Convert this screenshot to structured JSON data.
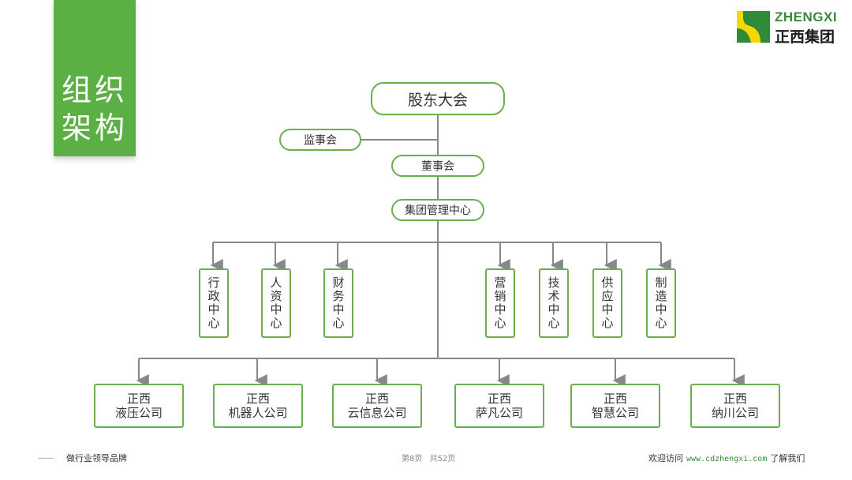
{
  "title": {
    "line1": "组织",
    "line2": "架构"
  },
  "logo": {
    "en": "ZHENGXI",
    "cn": "正西集团",
    "colors": {
      "yellow": "#f5d800",
      "green": "#2f8a3a"
    }
  },
  "colors": {
    "accent": "#5bb044",
    "node_border": "#6aae4d",
    "connector": "#888888"
  },
  "org": {
    "top": "股东大会",
    "supervisory": "监事会",
    "board": "董事会",
    "management": "集团管理中心",
    "centers": [
      "行政中心",
      "人资中心",
      "财务中心",
      "营销中心",
      "技术中心",
      "供应中心",
      "制造中心"
    ],
    "companies": [
      {
        "line1": "正西",
        "line2": "液压公司"
      },
      {
        "line1": "正西",
        "line2": "机器人公司"
      },
      {
        "line1": "正西",
        "line2": "云信息公司"
      },
      {
        "line1": "正西",
        "line2": "萨凡公司"
      },
      {
        "line1": "正西",
        "line2": "智慧公司"
      },
      {
        "line1": "正西",
        "line2": "纳川公司"
      }
    ]
  },
  "footer": {
    "dash": "——",
    "slogan": "做行业领导品牌",
    "page": "第8页",
    "total": "共52页",
    "visit_prefix": "欢迎访问",
    "url": "www.cdzhengxi.com",
    "visit_suffix": "了解我们"
  }
}
